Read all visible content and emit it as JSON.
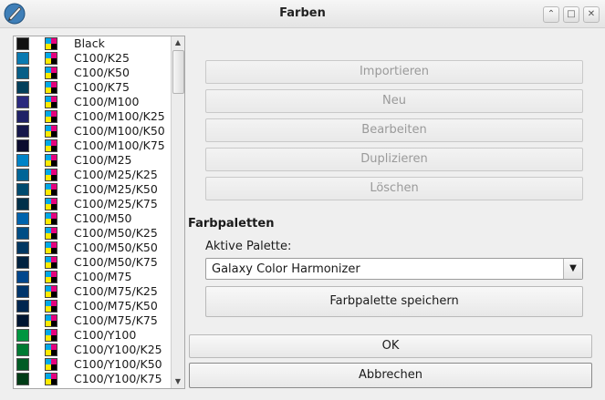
{
  "window": {
    "title": "Farben"
  },
  "colors": [
    {
      "label": "Black",
      "swatch": "#111111"
    },
    {
      "label": "C100/K25",
      "swatch": "#0a7ab1"
    },
    {
      "label": "C100/K50",
      "swatch": "#075e87"
    },
    {
      "label": "C100/K75",
      "swatch": "#033f5b"
    },
    {
      "label": "C100/M100",
      "swatch": "#2b2a7e"
    },
    {
      "label": "C100/M100/K25",
      "swatch": "#1f2166"
    },
    {
      "label": "C100/M100/K50",
      "swatch": "#16184b"
    },
    {
      "label": "C100/M100/K75",
      "swatch": "#0b0c2e"
    },
    {
      "label": "C100/M25",
      "swatch": "#0083c7"
    },
    {
      "label": "C100/M25/K25",
      "swatch": "#006597"
    },
    {
      "label": "C100/M25/K50",
      "swatch": "#004a6e"
    },
    {
      "label": "C100/M25/K75",
      "swatch": "#00304a"
    },
    {
      "label": "C100/M50",
      "swatch": "#0063ad"
    },
    {
      "label": "C100/M50/K25",
      "swatch": "#004d85"
    },
    {
      "label": "C100/M50/K50",
      "swatch": "#003762"
    },
    {
      "label": "C100/M50/K75",
      "swatch": "#002240"
    },
    {
      "label": "C100/M75",
      "swatch": "#00468c"
    },
    {
      "label": "C100/M75/K25",
      "swatch": "#00356b"
    },
    {
      "label": "C100/M75/K50",
      "swatch": "#00264f"
    },
    {
      "label": "C100/M75/K75",
      "swatch": "#001632"
    },
    {
      "label": "C100/Y100",
      "swatch": "#009640"
    },
    {
      "label": "C100/Y100/K25",
      "swatch": "#007a33"
    },
    {
      "label": "C100/Y100/K50",
      "swatch": "#005c25"
    },
    {
      "label": "C100/Y100/K75",
      "swatch": "#003c16"
    }
  ],
  "actions": {
    "import": "Importieren",
    "new": "Neu",
    "edit": "Bearbeiten",
    "duplicate": "Duplizieren",
    "delete": "Löschen"
  },
  "palettes": {
    "section_title": "Farbpaletten",
    "active_label": "Aktive Palette:",
    "active_value": "Galaxy Color Harmonizer",
    "save_button": "Farbpalette speichern"
  },
  "footer": {
    "ok": "OK",
    "cancel": "Abbrechen"
  }
}
